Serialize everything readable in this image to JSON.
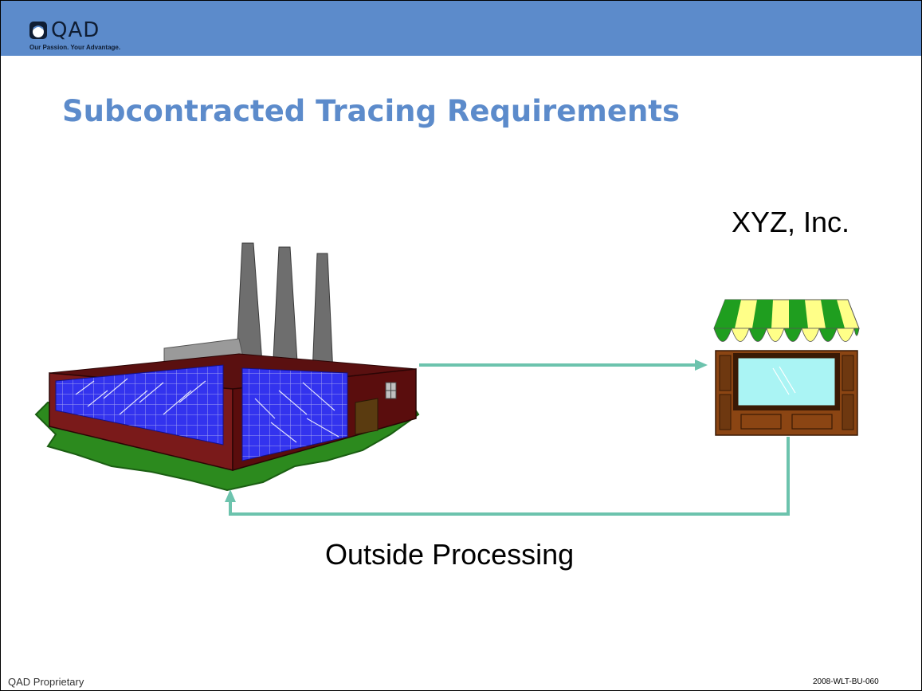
{
  "header": {
    "logo_text": "QAD",
    "tagline": "Our Passion. Your Advantage.",
    "bar_color": "#5c8bcb"
  },
  "slide": {
    "title": "Subcontracted Tracing Requirements",
    "title_color": "#5c8bcb"
  },
  "diagram": {
    "supplier_label": "XYZ, Inc.",
    "flow_label": "Outside Processing",
    "arrow_color": "#6cc3ad",
    "nodes": [
      {
        "id": "factory",
        "icon": "factory-icon"
      },
      {
        "id": "supplier",
        "icon": "storefront-icon"
      }
    ],
    "edges": [
      {
        "from": "factory",
        "to": "supplier"
      },
      {
        "from": "supplier",
        "to": "factory",
        "label_ref": "flow_label"
      }
    ]
  },
  "footer": {
    "left": "QAD Proprietary",
    "right": "2008-WLT-BU-060"
  }
}
